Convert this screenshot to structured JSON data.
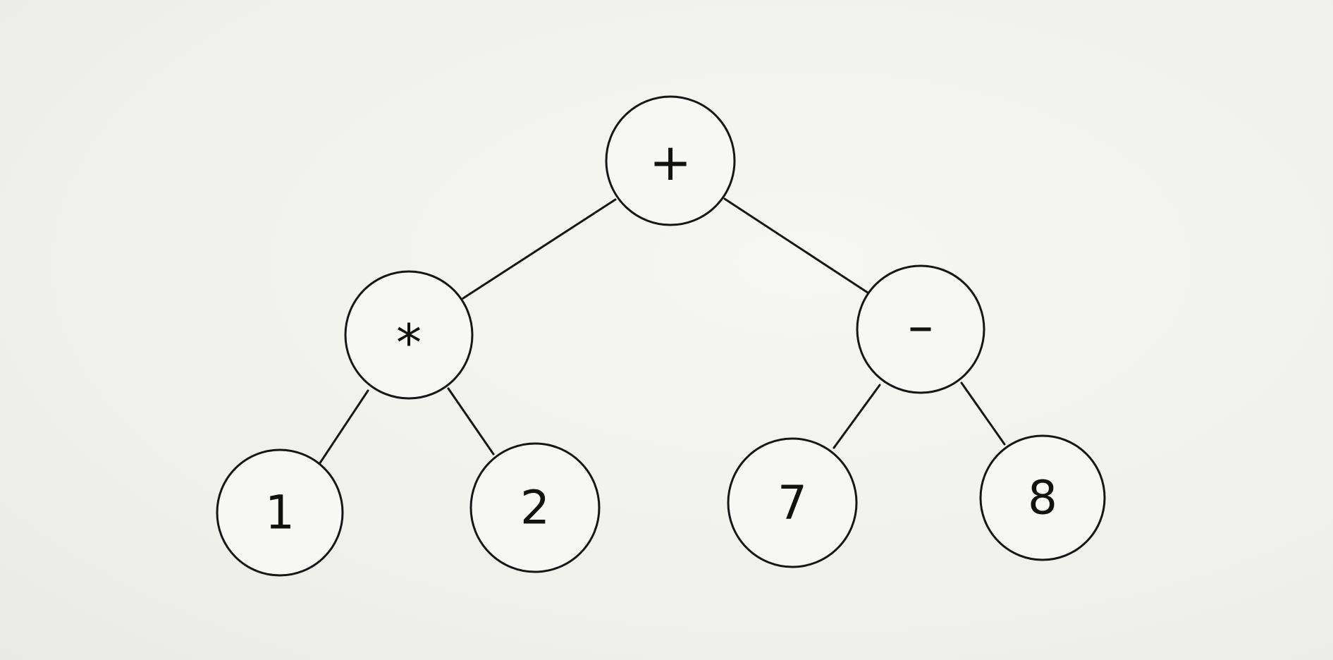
{
  "tree": {
    "root": {
      "label": "+",
      "left": {
        "label": "*",
        "left": {
          "label": "1"
        },
        "right": {
          "label": "2"
        }
      },
      "right": {
        "label": "–",
        "left": {
          "label": "7"
        },
        "right": {
          "label": "8"
        }
      }
    }
  },
  "colors": {
    "stroke": "#161616",
    "node_fill": "#f7f7f5",
    "background": "#f3f3f1"
  }
}
